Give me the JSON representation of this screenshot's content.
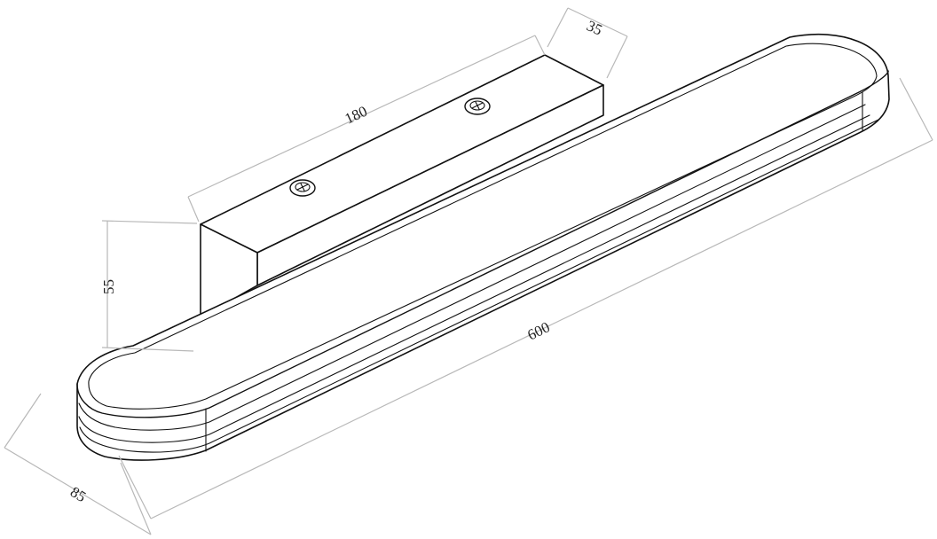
{
  "dimensions": {
    "bracket_length": "180",
    "bracket_depth": "35",
    "bracket_height": "55",
    "bar_length": "600",
    "bar_width": "85"
  }
}
